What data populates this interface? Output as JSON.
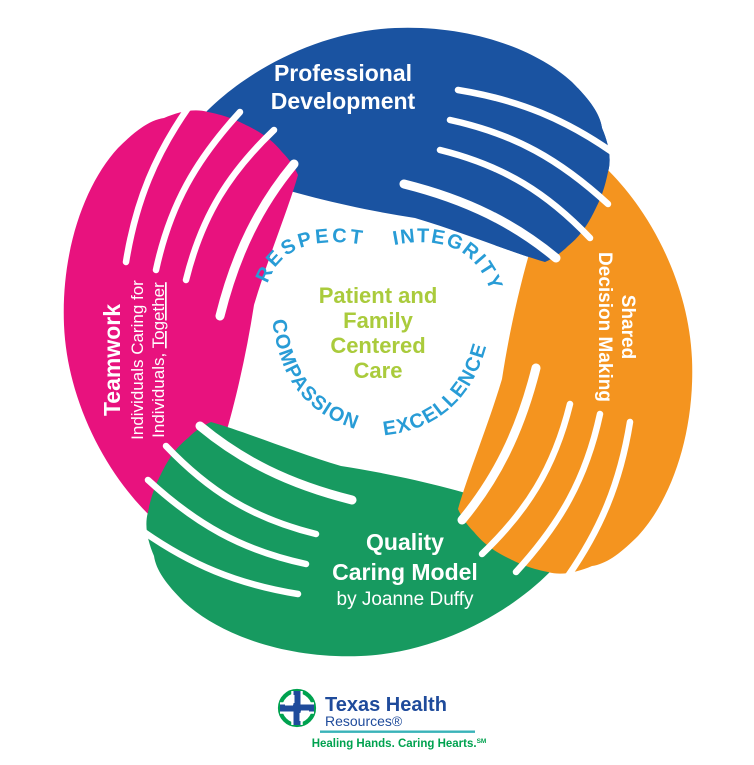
{
  "hands": {
    "label_color": "#ffffff",
    "top": {
      "color": "#1a53a1",
      "line1": "Professional",
      "line2": "Development"
    },
    "right": {
      "color": "#f4941f",
      "line1": "Shared",
      "line2": "Decision Making"
    },
    "bottom": {
      "color": "#179a60",
      "line1": "Quality",
      "line2": "Caring Model",
      "line3": "by Joanne Duffy"
    },
    "left": {
      "color": "#e8127e",
      "line1": "Teamwork",
      "line2": "Individuals Caring for",
      "line3_prefix": "Individuals, ",
      "line3_underline": "Together"
    }
  },
  "heart": {
    "word_color": "#289cd6",
    "center_color": "#aacb3c",
    "top_left": "RESPECT",
    "top_right": "INTEGRITY",
    "bottom_left": "COMPASSION",
    "bottom_right": "EXCELLENCE",
    "center": {
      "line1": "Patient and",
      "line2": "Family",
      "line3": "Centered",
      "line4": "Care"
    }
  },
  "logo": {
    "icon": "cross-in-circle-icon",
    "blue": "#1f4b9b",
    "green": "#00a24f",
    "teal": "#3ab3b9",
    "name_line1": "Texas Health",
    "name_line2": "Resources®",
    "tagline": "Healing Hands. Caring Hearts.",
    "tagline_mark": "SM"
  }
}
